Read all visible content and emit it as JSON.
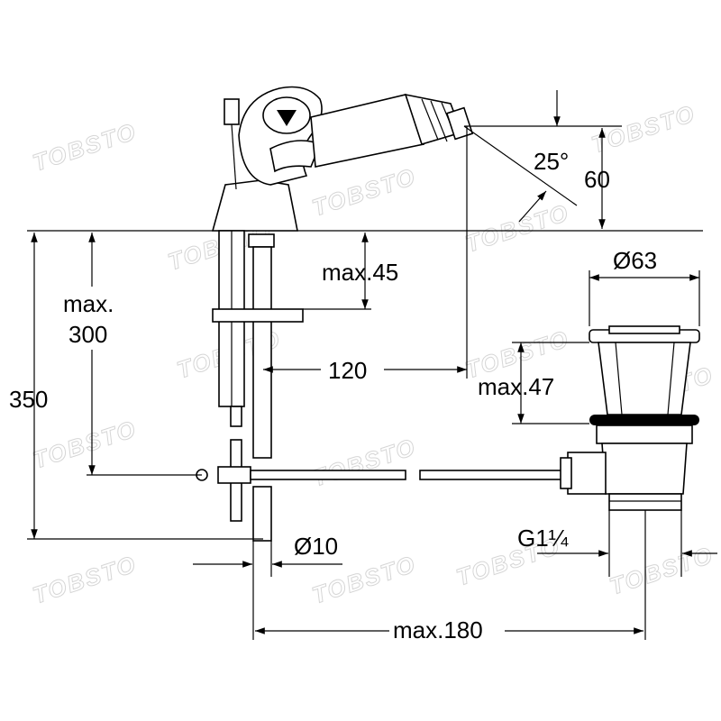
{
  "drawing": {
    "watermark": "TOBSTO",
    "dimensions": {
      "angle": "25°",
      "spout_height": "60",
      "total_height": "350",
      "rod_length": "max.\n300",
      "rod_length_line1": "max.",
      "rod_length_line2": "300",
      "counter_height": "max.45",
      "rod_offset": "120",
      "diameter_top": "Ø63",
      "waste_height": "max.47",
      "rod_diameter": "Ø10",
      "thread": "G1¼",
      "reach": "max.180"
    }
  }
}
